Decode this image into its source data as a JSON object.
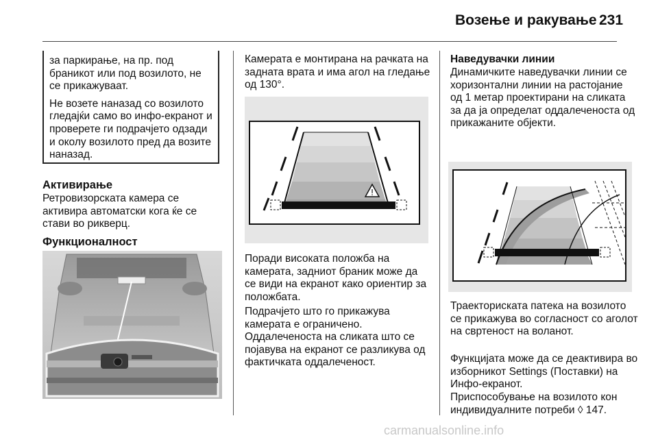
{
  "header": {
    "title": "Возење и ракување",
    "page_number": "231"
  },
  "col1": {
    "warning_paragraphs": [
      "за паркирање, на пр. под браникот или под возилото, не се прикажуваат.",
      "Не возете наназад со возилото гледајќи само во инфо-екранот и проверете ги подрачјето одзади и околу возилото пред да возите наназад."
    ],
    "activation_heading": "Активирање",
    "activation_text": "Ретровизорската камера се активира автоматски кога ќе се стави во рикверц.",
    "function_heading": "Функционалност"
  },
  "col2": {
    "intro": "Камерата е монтирана на рачката на задната врата и има агол на гледање од 130°.",
    "para1": "Поради високата положба на камерата, задниот браник може да се види на екранот како ориентир за положбата.",
    "para2": "Подрачјето што го прикажува камерата е ограничено.",
    "para3": "Оддалеченоста на сликата што се појавува на екранот се разликува од фактичката оддалеченост."
  },
  "col3": {
    "guide_heading": "Наведувачки линии",
    "guide_text": "Динамичките наведувачки линии се хоризонтални линии на растојание од 1 метар проектирани на сликата за да ја определат оддалеченоста од прикажаните објекти.",
    "para1": "Траекториската патека на возилото се прикажува во согласност со аголот на свртеност на воланот.",
    "para2_main": "Функцијата може да се деактивира во изборникот Settings (Поставки) на Инфо-екранот.",
    "para2_tail": "Приспособување на возилото кон индивидуалните потреби",
    "ref_arrow": "◊",
    "ref_page": "147."
  },
  "footer": {
    "watermark": "carmanualsonline.info"
  }
}
